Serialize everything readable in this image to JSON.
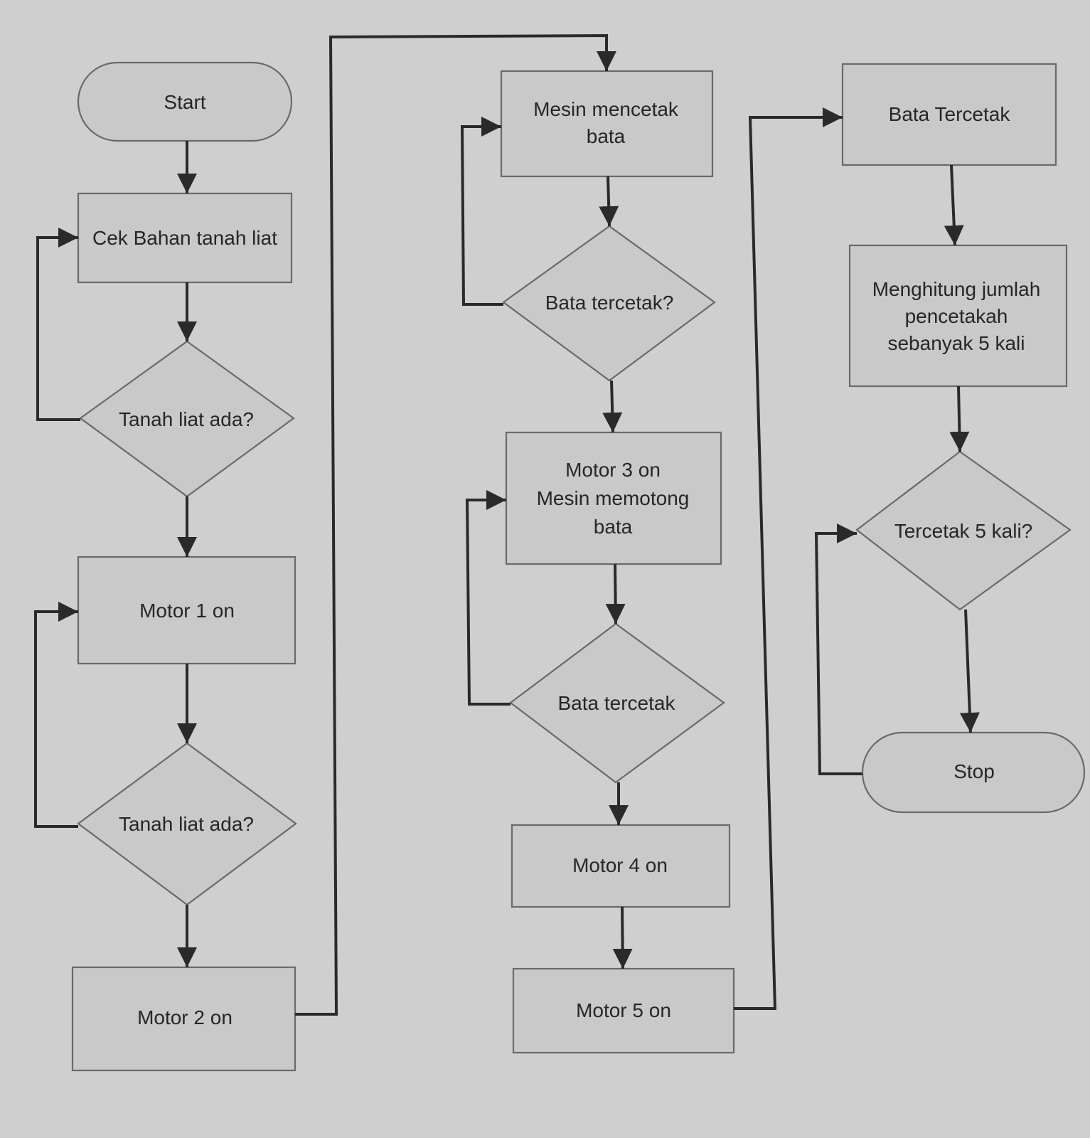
{
  "nodes": {
    "start": "Start",
    "cek_bahan": "Cek Bahan tanah liat",
    "decision_tanah_1": "Tanah liat ada?",
    "motor1": "Motor 1 on",
    "decision_tanah_2": "Tanah liat ada?",
    "motor2": "Motor 2 on",
    "mesin_mencetak": [
      "Mesin mencetak",
      "bata"
    ],
    "decision_bata_1": "Bata tercetak?",
    "motor3": [
      "Motor 3 on",
      "Mesin memotong",
      "bata"
    ],
    "decision_bata_2": "Bata tercetak",
    "motor4": "Motor 4 on",
    "motor5": "Motor 5 on",
    "bata_tercetak": "Bata Tercetak",
    "menghitung": [
      "Menghitung jumlah",
      "pencetakah",
      "sebanyak 5 kali"
    ],
    "decision_5kali": "Tercetak 5 kali?",
    "stop": "Stop"
  }
}
